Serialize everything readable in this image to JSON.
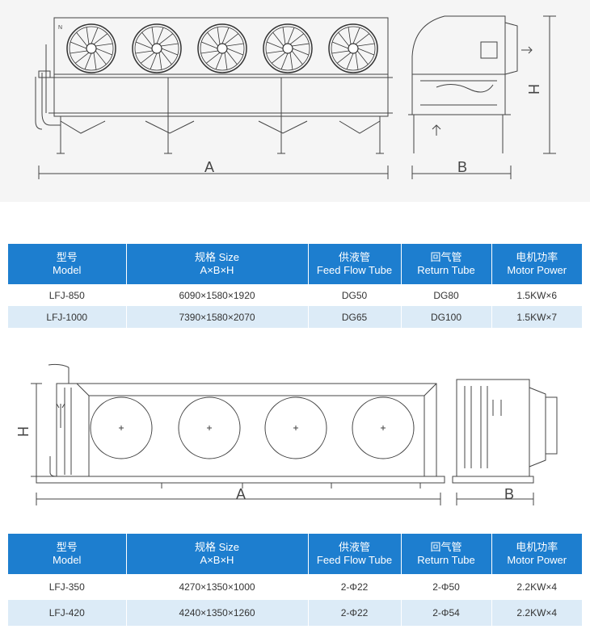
{
  "drawings": {
    "top": {
      "dim_a": "A",
      "dim_b": "B",
      "dim_h": "H"
    },
    "bottom": {
      "dim_a": "A",
      "dim_b": "B",
      "dim_h": "H"
    }
  },
  "tables": [
    {
      "headers": [
        {
          "cn": "型号",
          "en": "Model"
        },
        {
          "cn": "规格 Size",
          "en": "A×B×H"
        },
        {
          "cn": "供液管",
          "en": "Feed Flow Tube"
        },
        {
          "cn": "回气管",
          "en": "Return Tube"
        },
        {
          "cn": "电机功率",
          "en": "Motor Power"
        }
      ],
      "rows": [
        [
          "LFJ-850",
          "6090×1580×1920",
          "DG50",
          "DG80",
          "1.5KW×6"
        ],
        [
          "LFJ-1000",
          "7390×1580×2070",
          "DG65",
          "DG100",
          "1.5KW×7"
        ]
      ]
    },
    {
      "headers": [
        {
          "cn": "型号",
          "en": "Model"
        },
        {
          "cn": "规格 Size",
          "en": "A×B×H"
        },
        {
          "cn": "供液管",
          "en": "Feed Flow Tube"
        },
        {
          "cn": "回气管",
          "en": "Return Tube"
        },
        {
          "cn": "电机功率",
          "en": "Motor Power"
        }
      ],
      "rows": [
        [
          "LFJ-350",
          "4270×1350×1000",
          "2-Φ22",
          "2-Φ50",
          "2.2KW×4"
        ],
        [
          "LFJ-420",
          "4240×1350×1260",
          "2-Φ22",
          "2-Φ54",
          "2.2KW×4"
        ]
      ]
    }
  ],
  "colors": {
    "header_bg": "#1d7ecf",
    "row_alt_bg": "#dcebf7",
    "line": "#444444"
  }
}
